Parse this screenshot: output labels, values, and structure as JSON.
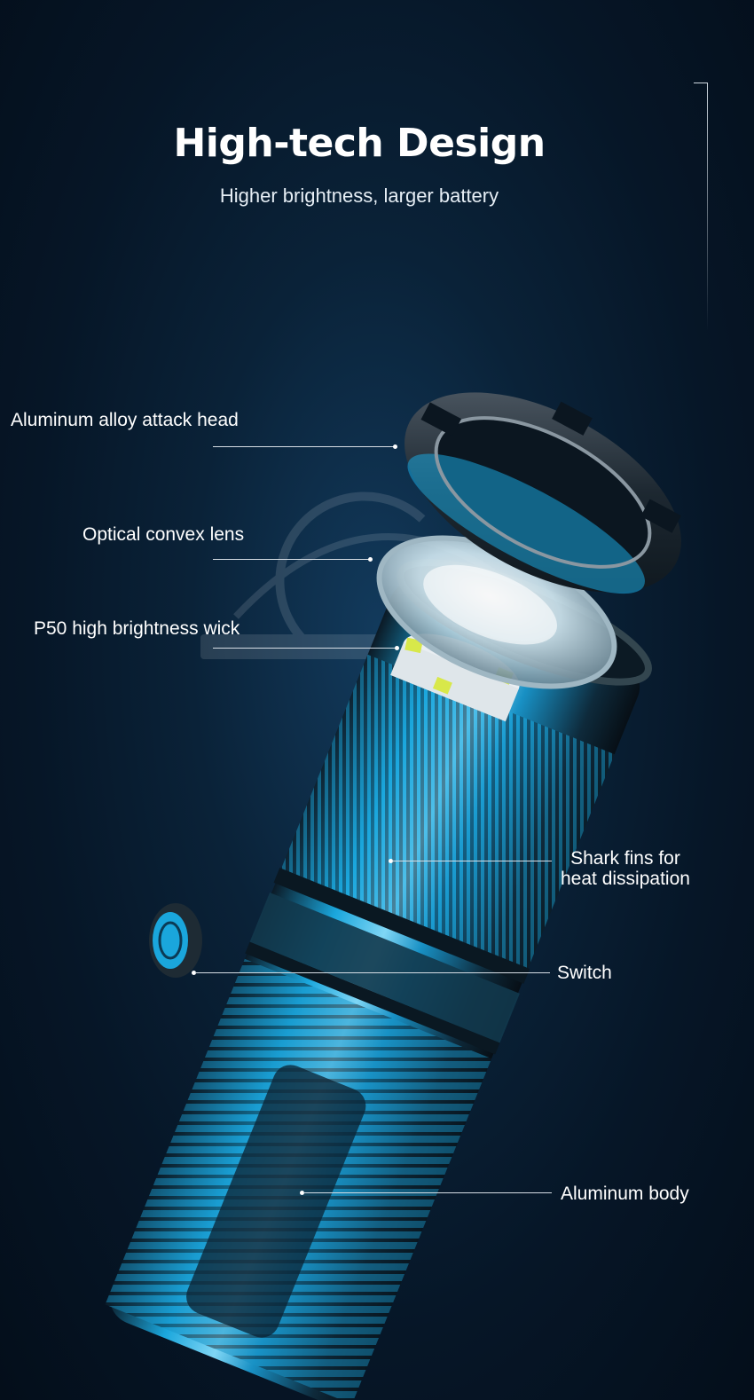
{
  "header": {
    "title": "High-tech Design",
    "subtitle": "Higher brightness, larger battery"
  },
  "callouts": [
    {
      "id": "attack-head",
      "text": "Aluminum alloy attack head"
    },
    {
      "id": "convex-lens",
      "text": "Optical convex lens"
    },
    {
      "id": "wick",
      "text": "P50 high brightness wick"
    },
    {
      "id": "shark-fins",
      "line1": "Shark fins for",
      "line2": "heat dissipation"
    },
    {
      "id": "switch",
      "text": "Switch"
    },
    {
      "id": "body",
      "text": "Aluminum body"
    }
  ],
  "colors": {
    "background": "#061627",
    "accent": "#1aa6dc",
    "metal": "#2a3540",
    "led": "#d8e84a"
  }
}
